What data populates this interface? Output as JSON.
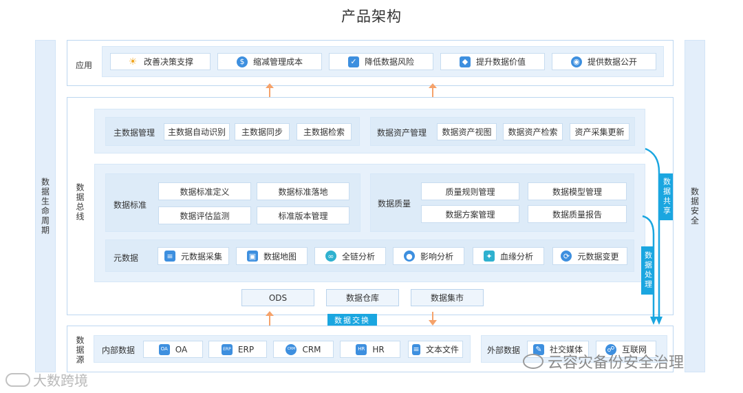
{
  "title": "产品架构",
  "side": {
    "left": "数据生命周期",
    "right": "数据安全"
  },
  "app": {
    "label": "应用",
    "items": [
      {
        "text": "改善决策支撑",
        "icon": "lightbulb-icon"
      },
      {
        "text": "缩减管理成本",
        "icon": "piggy-bank-icon"
      },
      {
        "text": "降低数据风险",
        "icon": "shield-icon"
      },
      {
        "text": "提升数据价值",
        "icon": "diamond-icon"
      },
      {
        "text": "提供数据公开",
        "icon": "eye-icon"
      }
    ]
  },
  "bus": {
    "label": "数据总线",
    "master": {
      "label": "主数据管理",
      "items": [
        "主数据自动识别",
        "主数据同步",
        "主数据检索"
      ]
    },
    "asset": {
      "label": "数据资产管理",
      "items": [
        "数据资产视图",
        "数据资产检索",
        "资产采集更新"
      ]
    },
    "standard": {
      "label": "数据标准",
      "items": [
        "数据标准定义",
        "数据标准落地",
        "数据评估监测",
        "标准版本管理"
      ]
    },
    "quality": {
      "label": "数据质量",
      "items": [
        "质量规则管理",
        "数据模型管理",
        "数据方案管理",
        "数据质量报告"
      ]
    },
    "meta": {
      "label": "元数据",
      "items": [
        {
          "text": "元数据采集",
          "icon": "database-icon"
        },
        {
          "text": "数据地图",
          "icon": "map-icon"
        },
        {
          "text": "全链分析",
          "icon": "link-icon"
        },
        {
          "text": "影响分析",
          "icon": "impact-icon"
        },
        {
          "text": "血缘分析",
          "icon": "lineage-icon"
        },
        {
          "text": "元数据变更",
          "icon": "change-icon"
        }
      ]
    },
    "storage": [
      "ODS",
      "数据仓库",
      "数据集市"
    ]
  },
  "tags": {
    "share": "数据共享",
    "process": "数据处理",
    "exchange": "数据交换"
  },
  "source": {
    "label": "数据源",
    "internal": {
      "label": "内部数据",
      "items": [
        {
          "text": "OA",
          "icon": "oa-icon",
          "badge": "OA"
        },
        {
          "text": "ERP",
          "icon": "erp-icon",
          "badge": "ERP"
        },
        {
          "text": "CRM",
          "icon": "crm-icon",
          "badge": "CRM"
        },
        {
          "text": "HR",
          "icon": "hr-icon",
          "badge": "HR"
        },
        {
          "text": "文本文件",
          "icon": "file-icon",
          "badge": ""
        }
      ]
    },
    "external": {
      "label": "外部数据",
      "items": [
        {
          "text": "社交媒体",
          "icon": "social-icon"
        },
        {
          "text": "互联网",
          "icon": "globe-icon"
        }
      ]
    }
  },
  "watermarks": {
    "left": "大数跨境",
    "right": "云容灾备份安全治理"
  },
  "colors": {
    "accent": "#1aa6e0",
    "arrow": "#f5a26a",
    "panel": "#e7f1fb",
    "border": "#bcd6f0"
  }
}
